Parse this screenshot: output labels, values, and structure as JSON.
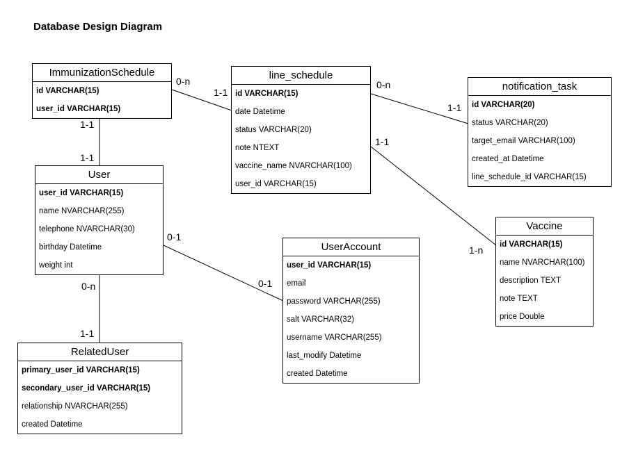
{
  "title": "Database Design Diagram",
  "entities": {
    "immunization_schedule": {
      "name": "ImmunizationSchedule",
      "fields": [
        {
          "text": "id VARCHAR(15)",
          "key": true
        },
        {
          "text": "user_id VARCHAR(15)",
          "key": true
        }
      ]
    },
    "line_schedule": {
      "name": "line_schedule",
      "fields": [
        {
          "text": "id VARCHAR(15)",
          "key": true
        },
        {
          "text": "date Datetime",
          "key": false
        },
        {
          "text": "status VARCHAR(20)",
          "key": false
        },
        {
          "text": "note NTEXT",
          "key": false
        },
        {
          "text": "vaccine_name NVARCHAR(100)",
          "key": false
        },
        {
          "text": "user_id VARCHAR(15)",
          "key": false
        }
      ]
    },
    "notification_task": {
      "name": "notification_task",
      "fields": [
        {
          "text": "id VARCHAR(20)",
          "key": true
        },
        {
          "text": "status VARCHAR(20)",
          "key": false
        },
        {
          "text": "target_email VARCHAR(100)",
          "key": false
        },
        {
          "text": "created_at Datetime",
          "key": false
        },
        {
          "text": "line_schedule_id VARCHAR(15)",
          "key": false
        }
      ]
    },
    "user": {
      "name": "User",
      "fields": [
        {
          "text": "user_id VARCHAR(15)",
          "key": true
        },
        {
          "text": "name NVARCHAR(255)",
          "key": false
        },
        {
          "text": "telephone NVARCHAR(30)",
          "key": false
        },
        {
          "text": "birthday Datetime",
          "key": false
        },
        {
          "text": "weight int",
          "key": false
        }
      ]
    },
    "user_account": {
      "name": "UserAccount",
      "fields": [
        {
          "text": "user_id VARCHAR(15)",
          "key": true
        },
        {
          "text": "email",
          "key": false
        },
        {
          "text": "password VARCHAR(255)",
          "key": false
        },
        {
          "text": "salt VARCHAR(32)",
          "key": false
        },
        {
          "text": "username VARCHAR(255)",
          "key": false
        },
        {
          "text": "last_modify Datetime",
          "key": false
        },
        {
          "text": "created Datetime",
          "key": false
        }
      ]
    },
    "vaccine": {
      "name": "Vaccine",
      "fields": [
        {
          "text": "id VARCHAR(15)",
          "key": true
        },
        {
          "text": "name NVARCHAR(100)",
          "key": false
        },
        {
          "text": "description TEXT",
          "key": false
        },
        {
          "text": "note TEXT",
          "key": false
        },
        {
          "text": "price Double",
          "key": false
        }
      ]
    },
    "related_user": {
      "name": "RelatedUser",
      "fields": [
        {
          "text": "primary_user_id VARCHAR(15)",
          "key": true
        },
        {
          "text": "secondary_user_id VARCHAR(15)",
          "key": true
        },
        {
          "text": "relationship NVARCHAR(255)",
          "key": false
        },
        {
          "text": "created Datetime",
          "key": false
        }
      ]
    }
  },
  "relationships": [
    {
      "from": "immunization_schedule",
      "to": "line_schedule",
      "from_card": "0-n",
      "to_card": "1-1"
    },
    {
      "from": "line_schedule",
      "to": "notification_task",
      "from_card": "0-n",
      "to_card": "1-1"
    },
    {
      "from": "line_schedule",
      "to": "vaccine",
      "from_card": "1-1",
      "to_card": "1-n"
    },
    {
      "from": "immunization_schedule",
      "to": "user",
      "from_card": "1-1",
      "to_card": "1-1"
    },
    {
      "from": "user",
      "to": "user_account",
      "from_card": "0-1",
      "to_card": "0-1"
    },
    {
      "from": "user",
      "to": "related_user",
      "from_card": "0-n",
      "to_card": "1-1"
    }
  ]
}
